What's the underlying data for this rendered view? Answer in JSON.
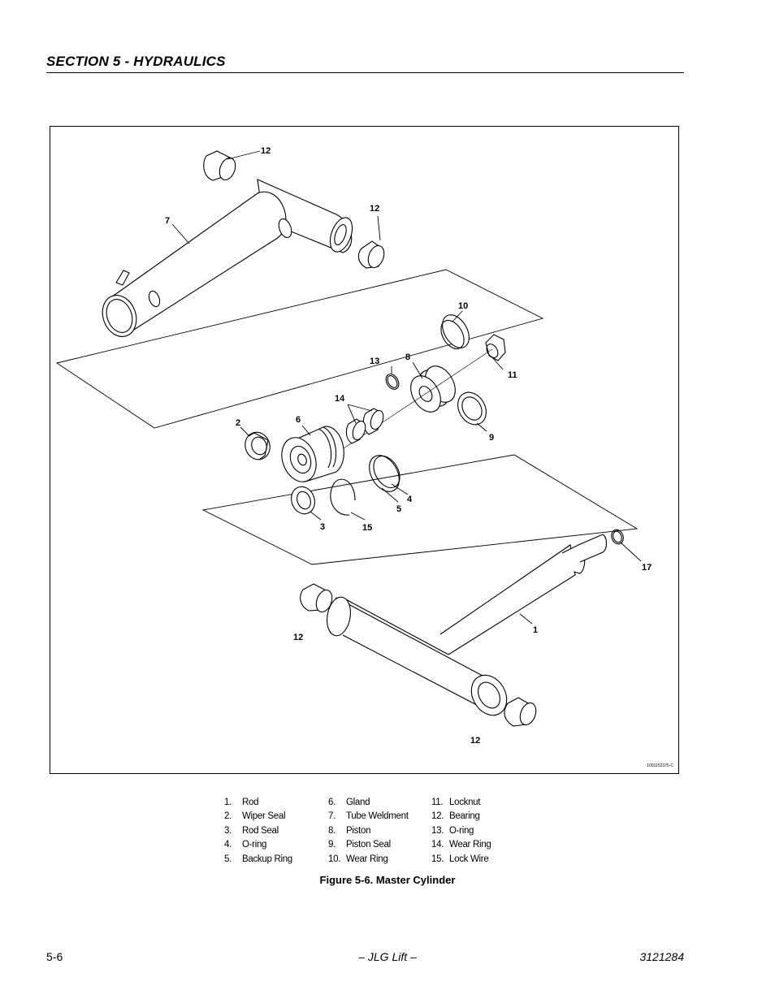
{
  "header": {
    "section_title": "SECTION 5 - HYDRAULICS"
  },
  "figure": {
    "drawing_id": "1001152375-C",
    "callouts": {
      "c1": "1",
      "c2": "2",
      "c3": "3",
      "c4": "4",
      "c5": "5",
      "c6": "6",
      "c7": "7",
      "c8": "8",
      "c9": "9",
      "c10": "10",
      "c11": "11",
      "c13": "13",
      "c14": "14",
      "c15": "15",
      "c17": "17",
      "c12a": "12",
      "c12b": "12",
      "c12c": "12",
      "c12d": "12"
    },
    "caption": "Figure 5-6.  Master Cylinder"
  },
  "parts": [
    {
      "num": "1.",
      "name": "Rod"
    },
    {
      "num": "2.",
      "name": "Wiper Seal"
    },
    {
      "num": "3.",
      "name": "Rod Seal"
    },
    {
      "num": "4.",
      "name": "O-ring"
    },
    {
      "num": "5.",
      "name": "Backup Ring"
    },
    {
      "num": "6.",
      "name": "Gland"
    },
    {
      "num": "7.",
      "name": "Tube Weldment"
    },
    {
      "num": "8.",
      "name": "Piston"
    },
    {
      "num": "9.",
      "name": "Piston Seal"
    },
    {
      "num": "10.",
      "name": "Wear Ring"
    },
    {
      "num": "11.",
      "name": "Locknut"
    },
    {
      "num": "12.",
      "name": "Bearing"
    },
    {
      "num": "13.",
      "name": "O-ring"
    },
    {
      "num": "14.",
      "name": "Wear Ring"
    },
    {
      "num": "15.",
      "name": "Lock Wire"
    }
  ],
  "footer": {
    "page_number": "5-6",
    "center": "– JLG Lift –",
    "doc_number": "3121284"
  }
}
